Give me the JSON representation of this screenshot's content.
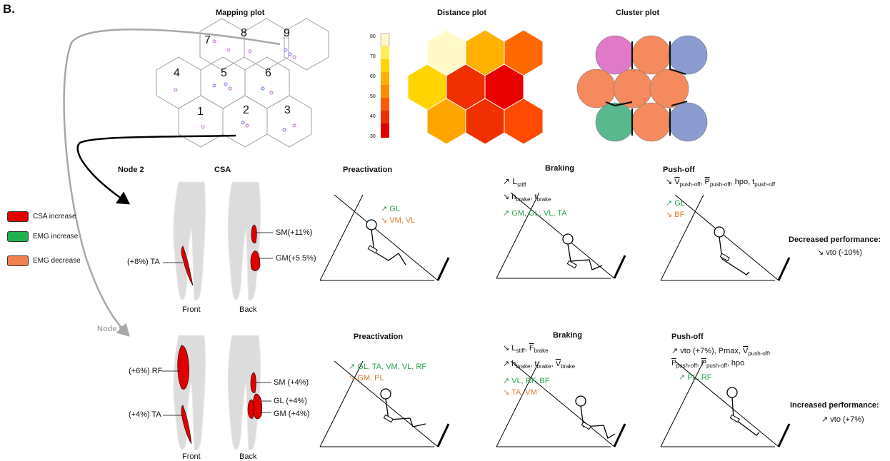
{
  "panel_label": "B.",
  "plots": {
    "mapping_title": "Mapping plot",
    "distance_title": "Distance plot",
    "cluster_title": "Cluster plot",
    "node_numbers": [
      "7",
      "8",
      "9",
      "4",
      "5",
      "6",
      "1",
      "2",
      "3"
    ],
    "scale_ticks": [
      "80",
      "70",
      "60",
      "50",
      "40",
      "30"
    ],
    "colors": {
      "scale": [
        "#fff8c8",
        "#ffee55",
        "#ffd400",
        "#ffb000",
        "#ff8c00",
        "#ff5a00",
        "#f03000",
        "#e00000"
      ],
      "clusters": {
        "pink": "#e07ac8",
        "salmon": "#f58a5e",
        "blue": "#8c9bd0",
        "green": "#5ab88f"
      }
    }
  },
  "legend": {
    "csa_increase": "CSA increase",
    "emg_increase": "EMG increase",
    "emg_decrease": "EMG decrease",
    "colors": {
      "csa": "#e00000",
      "emg_inc": "#20b050",
      "emg_dec": "#f08050"
    }
  },
  "node2": {
    "title": "Node 2",
    "csa_title": "CSA",
    "front": "Front",
    "back": "Back",
    "ta_label": "(+8%) TA",
    "sm_label": "SM(+11%)",
    "gm_label": "GM(+5.5%)",
    "preactivation": {
      "title": "Preactivation",
      "green": "↗ GL",
      "orange": "↘ VM, VL"
    },
    "braking": {
      "title": "Braking",
      "arrow_up": "↗",
      "l": "L",
      "l_sub": "stiff",
      "arrow_down": "↘",
      "h": "h",
      "h_sub": "brake",
      "t": "t",
      "t_sub": "brake",
      "green": "↗ GM, GL, VL, TA"
    },
    "pushoff": {
      "title": "Push-off",
      "arrow_down": "↘",
      "v": "V",
      "v_sub": "push-off",
      "p": "P",
      "p_sub": "push-off",
      "hpo": "hpo",
      "t": "t",
      "t_sub": "push-off",
      "green": "↗ GL",
      "orange": "↘ BF"
    },
    "performance_title": "Decreased performance:",
    "performance_value": "↘ vto (-10%)"
  },
  "node9": {
    "title": "Node 9",
    "front": "Front",
    "back": "Back",
    "rf_label": "(+6%) RF",
    "ta_label": "(+4%) TA",
    "sm_label": "SM (+4%)",
    "gl_label": "GL (+4%)",
    "gm_label": "GM (+4%)",
    "preactivation": {
      "title": "Preactivation",
      "green": "↗ GL, TA, VM, VL, RF",
      "orange": "↘ GM, PL"
    },
    "braking": {
      "title": "Braking",
      "arrow_down": "↘",
      "l": "L",
      "l_sub": "stiff",
      "f": "F",
      "f_sub": "brake",
      "arrow_up": "↗",
      "h": "h",
      "h_sub": "brake",
      "t": "t",
      "t_sub": "brake",
      "v": "V",
      "v_sub": "brake",
      "green": "↗ VL, RF, BF",
      "orange": "↘ TA, VM"
    },
    "pushoff": {
      "title": "Push-off",
      "line1_start": "↗ vto (+7%), Pmax, ",
      "v": "V",
      "v_sub": "push-off",
      "f": "F",
      "f_sub": "push-off",
      "p": "P",
      "p_sub": "push-off",
      "hpo": "hpo",
      "green": "↗ PL, RF"
    },
    "performance_title": "Increased performance:",
    "performance_value": "↗ vto (+7%)"
  }
}
